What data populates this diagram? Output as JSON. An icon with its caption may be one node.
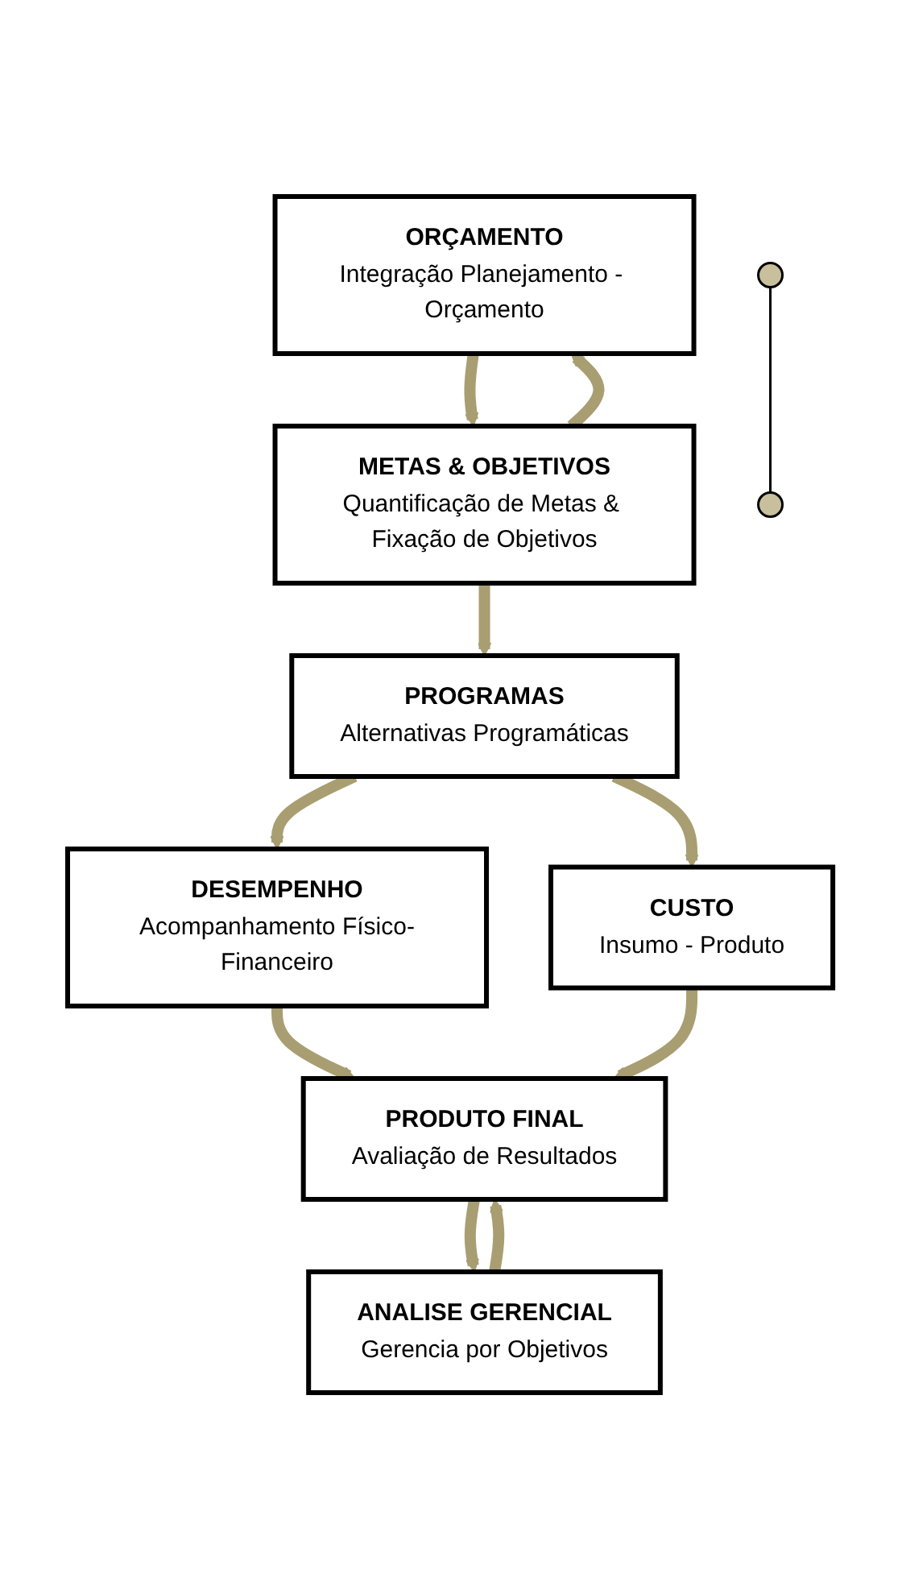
{
  "diagram": {
    "nodes": [
      {
        "text": [],
        "shape": "circle"
      },
      {
        "text": [
          "ORÇAMENTO",
          "Integração Planejamento - Orçamento"
        ]
      },
      {
        "text": [
          "METAS & OBJETIVOS",
          "Quantificação de Metas & Fixação de Objetivos"
        ]
      },
      {
        "text": [
          "PROGRAMAS",
          "Alternativas Programáticas"
        ]
      },
      {
        "text": [
          "DESEMPENHO",
          "Acompanhamento Físico-Financeiro"
        ]
      },
      {
        "text": [
          "CUSTO",
          "Insumo - Produto"
        ]
      },
      {
        "text": [
          "PRODUTO FINAL",
          "Avaliação de Resultados"
        ]
      },
      {
        "text": [
          "ANALISE GERENCIAL",
          "Gerencia por Objetivos"
        ]
      },
      {
        "text": [],
        "shape": "circle"
      }
    ],
    "edges": [
      {
        "from": 1,
        "to": 2,
        "arrow": "to"
      },
      {
        "from": 2,
        "to": 1,
        "arrow": "to"
      },
      {
        "from": 2,
        "to": 3,
        "arrow": "to"
      },
      {
        "from": 3,
        "to": 4,
        "arrow": "to"
      },
      {
        "from": 3,
        "to": 5,
        "arrow": "to"
      },
      {
        "from": 4,
        "to": 6,
        "arrow": "to"
      },
      {
        "from": 5,
        "to": 6,
        "arrow": "to"
      },
      {
        "from": 6,
        "to": 7,
        "arrow": "to"
      },
      {
        "from": 7,
        "to": 6,
        "arrow": "to"
      },
      {
        "from": 0,
        "to": 8,
        "arrow": "none",
        "color": "#000000"
      }
    ]
  }
}
